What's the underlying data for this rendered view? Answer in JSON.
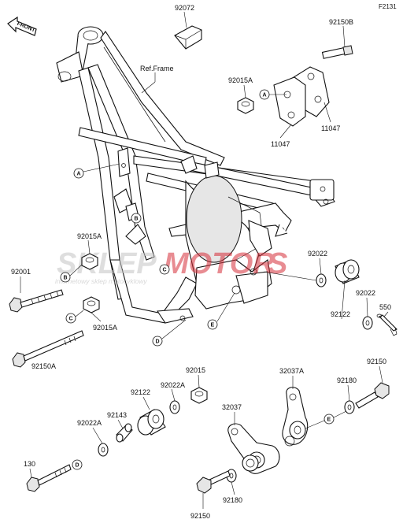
{
  "figure_id": "F2131",
  "front_label": "FRONT",
  "frame_ref": "Ref.Frame",
  "watermark": {
    "brand_a": "SKLEP",
    "brand_b": "MOTOR",
    "brand_c": "S",
    "tagline": "internetowy sklep motocyklowy",
    "accent_color": "#d6303a"
  },
  "labels": {
    "p92072": "92072",
    "p92150B": "92150B",
    "p92015A_top": "92015A",
    "p11047_r": "11047",
    "p11047_l": "11047",
    "p92015A_left": "92015A",
    "p92001": "92001",
    "p92015A_mid": "92015A",
    "p92150A": "92150A",
    "p550": "550",
    "p92022_r": "92022",
    "p92122_r": "92122",
    "p92022_m": "92022",
    "p92015_b": "92015",
    "p92022A_b": "92022A",
    "p92122_b": "92122",
    "p92143": "92143",
    "p92022A_l": "92022A",
    "p130": "130",
    "p32037": "32037",
    "p32037A": "32037A",
    "p92150_r": "92150",
    "p92180_r": "92180",
    "p92180_b": "92180",
    "p92150_b": "92150"
  },
  "circle_letters": {
    "a_frame": "A",
    "a_bracket": "A",
    "b_frame": "B",
    "b_bolt": "B",
    "c_frame": "C",
    "c_bolt": "C",
    "d_frame": "D",
    "d_bolt": "D",
    "e_frame": "E",
    "e_bolt": "E"
  }
}
